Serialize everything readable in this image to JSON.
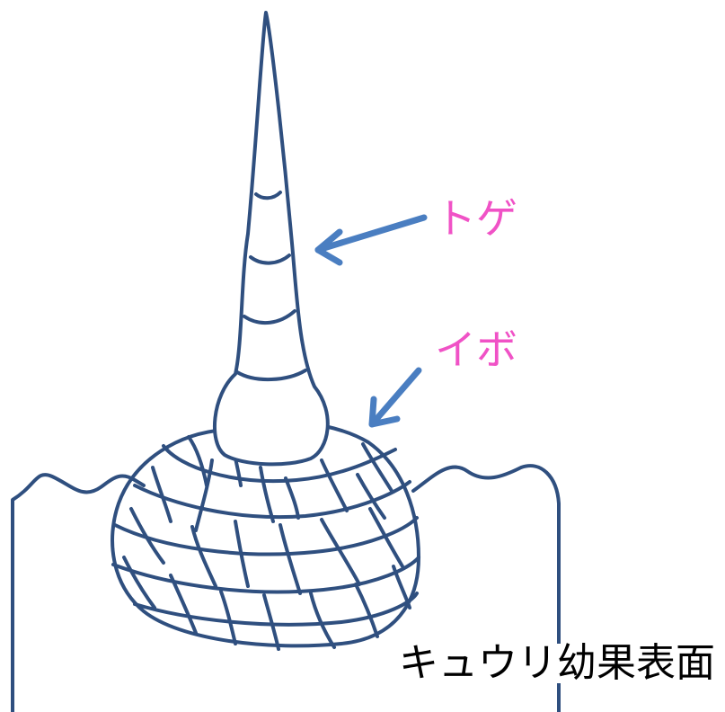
{
  "labels": {
    "spine": "トゲ",
    "wart": "イボ",
    "surface": "キュウリ幼果表面"
  },
  "colors": {
    "outline": "#2f4f7f",
    "arrow": "#4a7ec1",
    "label_accent": "#f052c6",
    "label_text": "#000000"
  }
}
